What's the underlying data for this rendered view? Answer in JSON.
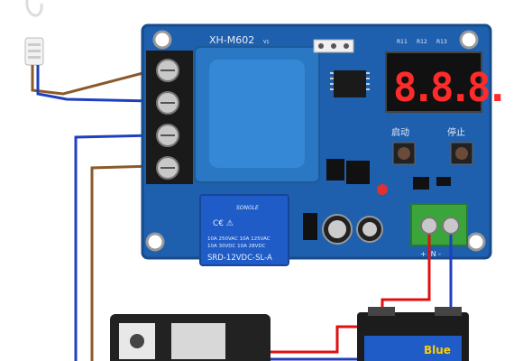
{
  "board": {
    "model": "XH-M602",
    "rev_mark": "V1",
    "btn_start_label": "启动",
    "btn_stop_label": "停止",
    "resistor_labels": [
      "R11",
      "R12",
      "R13"
    ],
    "display_value": "8.8.8.",
    "terminal_polarity": "+ IN -",
    "relay": {
      "brand": "SONGLE",
      "line1": "10A 250VAC  10A 125VAC",
      "line2": "10A 30VDC  10A 28VDC",
      "model": "SRD-12VDC-SL-A"
    }
  },
  "battery": {
    "brand": "Blue"
  },
  "colors": {
    "pcb": "#1e5fae",
    "pcb_edge": "#174b8a",
    "transformer": "#2a78c4",
    "relay": "#1f5cc8",
    "terminal_green": "#3aa53a",
    "wire_brown": "#8a5a2b",
    "wire_blue": "#1f3fbf",
    "wire_red": "#e01010",
    "display_red": "#ff2a2a"
  }
}
